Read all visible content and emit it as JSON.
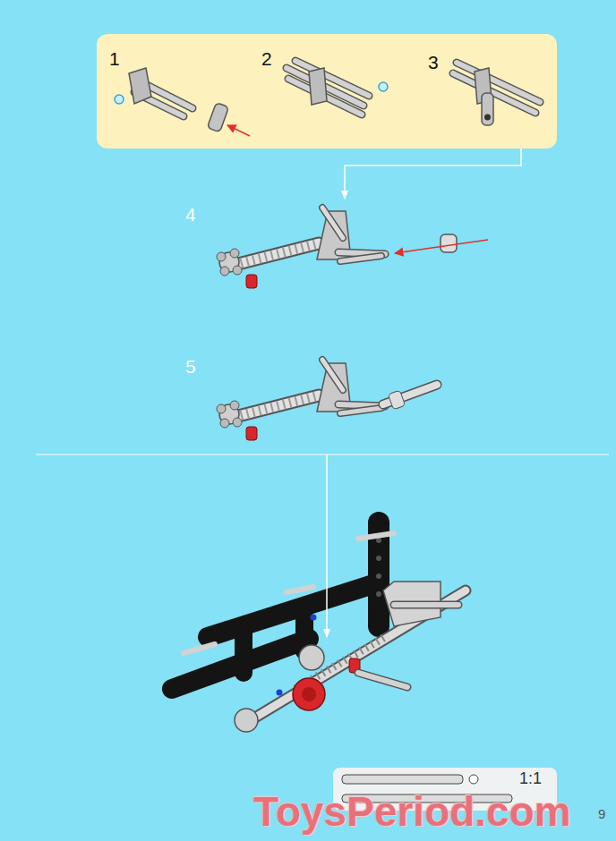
{
  "diagram": {
    "nodes": [
      {
        "text": [
          "1",
          "2",
          "3"
        ]
      },
      {
        "text": [
          "1:1"
        ]
      }
    ],
    "labels": [
      "4",
      "5",
      "9",
      "ToysPeriod.com"
    ]
  }
}
